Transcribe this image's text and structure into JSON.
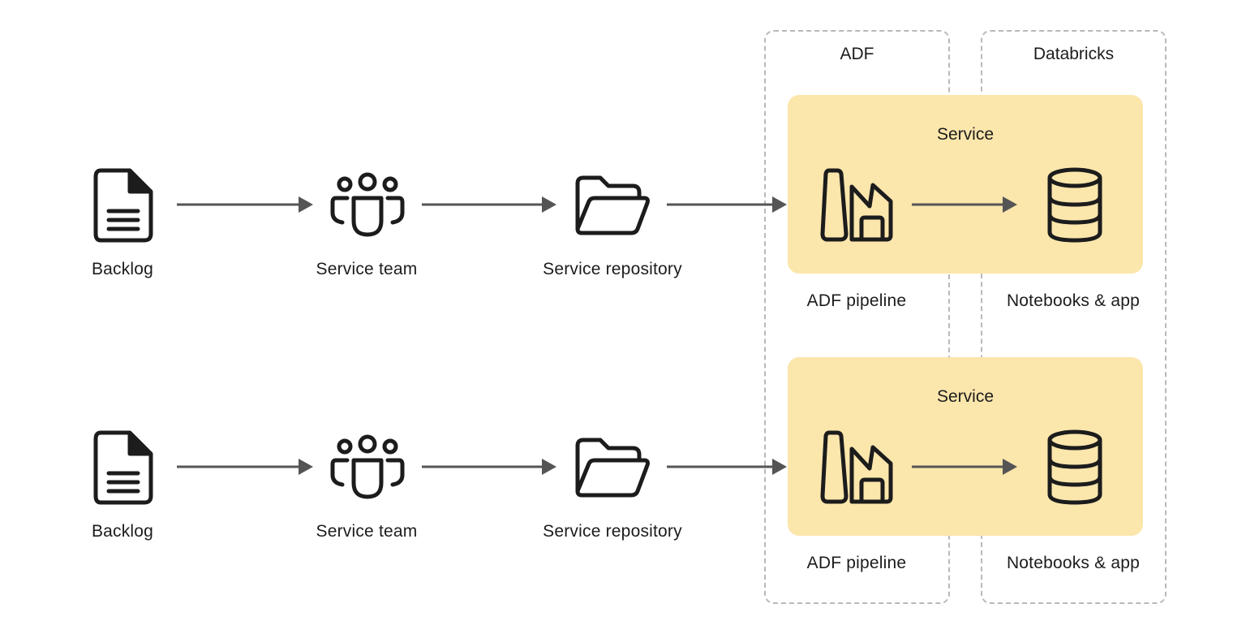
{
  "groups": {
    "adf": {
      "title": "ADF"
    },
    "databricks": {
      "title": "Databricks"
    }
  },
  "colors": {
    "service_fill": "#fbe6ac",
    "dashed_border": "#b9b9b9",
    "arrow": "#555555",
    "icon_stroke": "#1c1c1c"
  },
  "rows": [
    {
      "backlog": {
        "label": "Backlog",
        "icon": "document-icon"
      },
      "team": {
        "label": "Service team",
        "icon": "team-icon"
      },
      "repo": {
        "label": "Service repository",
        "icon": "folder-icon"
      },
      "service": {
        "title": "Service"
      },
      "pipeline": {
        "label": "ADF pipeline",
        "icon": "factory-icon"
      },
      "notebooks": {
        "label": "Notebooks & app",
        "icon": "database-icon"
      }
    },
    {
      "backlog": {
        "label": "Backlog",
        "icon": "document-icon"
      },
      "team": {
        "label": "Service team",
        "icon": "team-icon"
      },
      "repo": {
        "label": "Service repository",
        "icon": "folder-icon"
      },
      "service": {
        "title": "Service"
      },
      "pipeline": {
        "label": "ADF pipeline",
        "icon": "factory-icon"
      },
      "notebooks": {
        "label": "Notebooks & app",
        "icon": "database-icon"
      }
    }
  ]
}
